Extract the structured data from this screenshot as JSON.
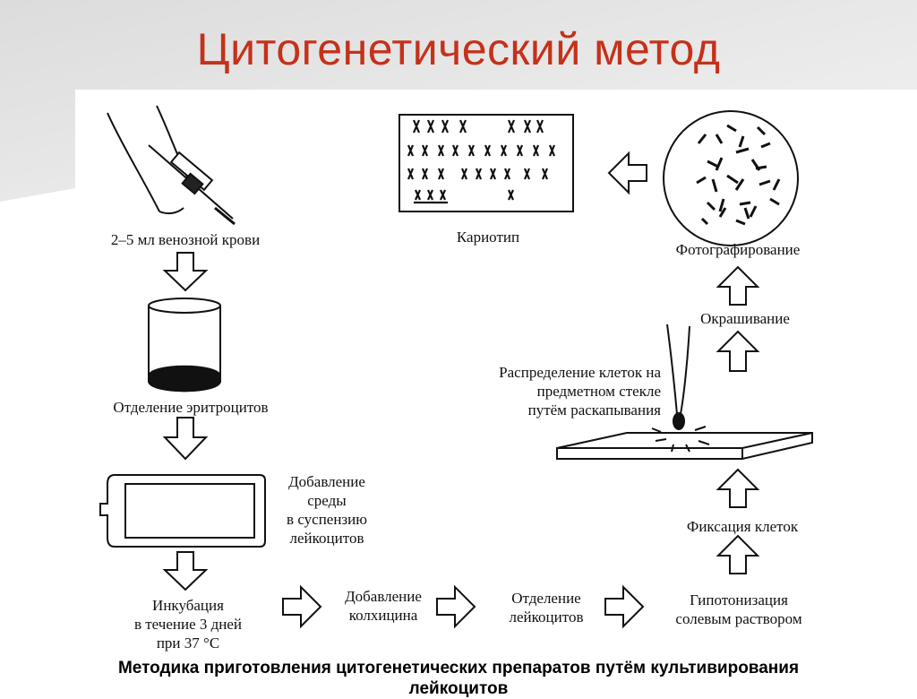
{
  "title": "Цитогенетический метод",
  "caption": "Методика приготовления цитогенетических препаратов путём культивирования",
  "caption_cut": "лейкоцитов",
  "steps": {
    "blood": "2–5 мл венозной крови",
    "erythro": "Отделение эритроцитов",
    "medium": [
      "Добавление",
      "среды",
      "в суспензию",
      "лейкоцитов"
    ],
    "incubation": [
      "Инкубация",
      "в течение 3 дней",
      "при 37 °С"
    ],
    "colchicine": [
      "Добавление",
      "колхицина"
    ],
    "leuko": [
      "Отделение",
      "лейкоцитов"
    ],
    "hypotonic": [
      "Гипотонизация",
      "солевым раствором"
    ],
    "fixation": "Фиксация клеток",
    "spreading": [
      "Распределение клеток на",
      "предметном стекле",
      "путём раскапывания"
    ],
    "staining": "Окрашивание",
    "photo": "Фотографирование",
    "karyotype": "Кариотип"
  },
  "colors": {
    "title": "#c5311a",
    "ink": "#111111"
  }
}
